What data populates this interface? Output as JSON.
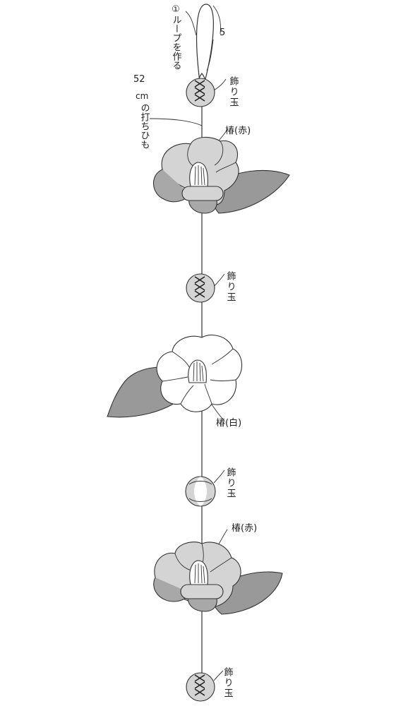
{
  "labels": {
    "loop_step": "①ループを作る",
    "loop_length": "5",
    "cord_length": "52",
    "cord_unit": "cm",
    "cord_text": "の打ちひも",
    "bead_1": "飾り玉",
    "bead_2": "飾り玉",
    "bead_3": "飾り玉",
    "bead_4": "飾り玉",
    "flower_1": "椿(赤)",
    "flower_2": "椿(白)",
    "flower_3": "椿(赤)"
  }
}
